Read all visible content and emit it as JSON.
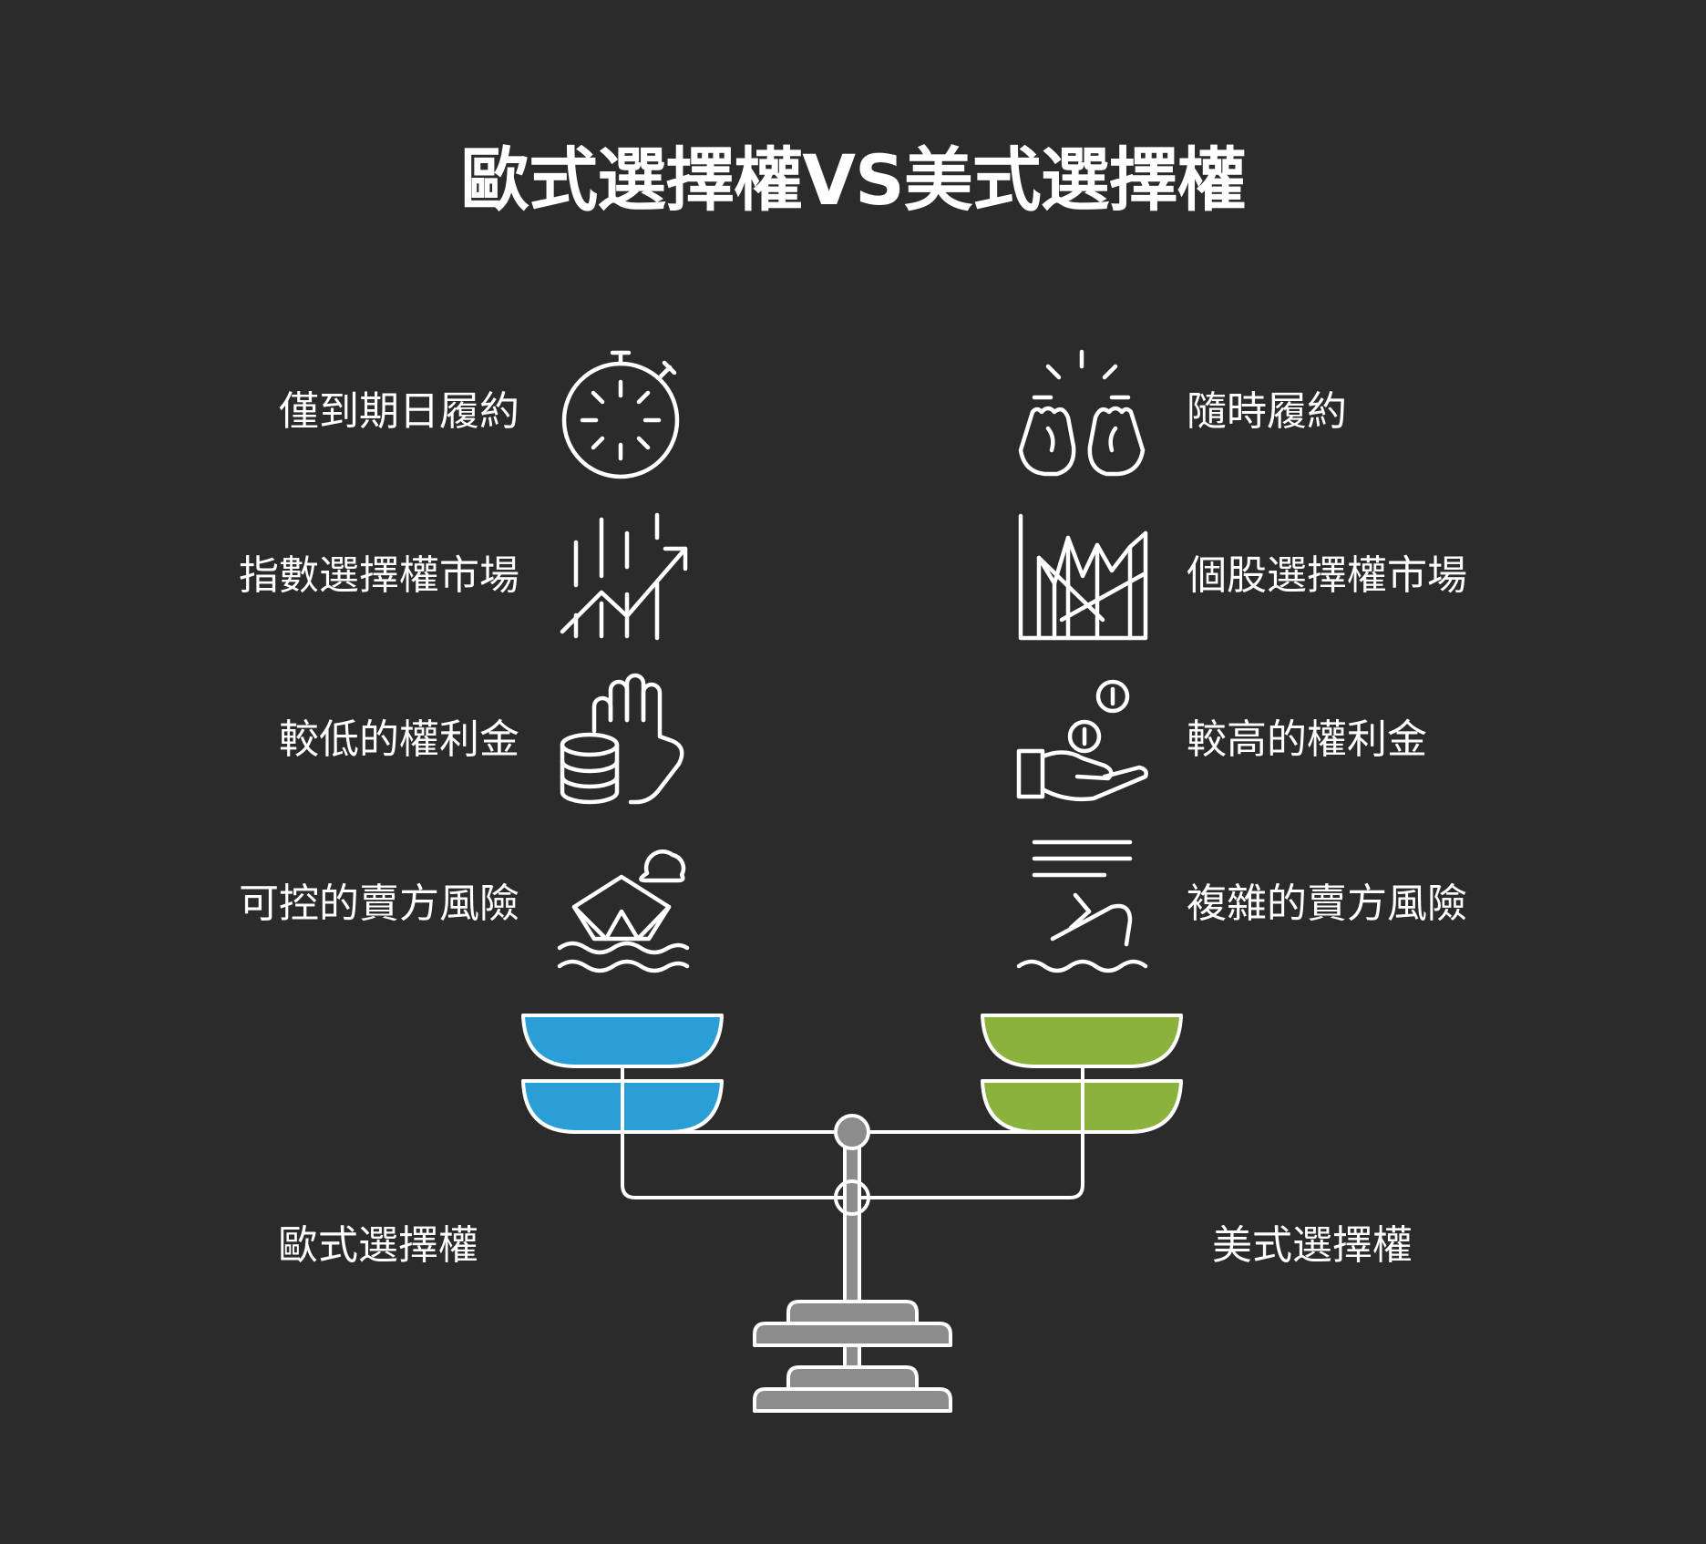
{
  "title": "歐式選擇權VS美式選擇權",
  "left": {
    "name": "歐式選擇權",
    "color": "#2a9fd6",
    "features": [
      {
        "text": "僅到期日履約",
        "icon": "stopwatch-icon"
      },
      {
        "text": "指數選擇權市場",
        "icon": "rising-chart-icon"
      },
      {
        "text": "較低的權利金",
        "icon": "coins-hand-icon"
      },
      {
        "text": "可控的賣方風險",
        "icon": "paper-boat-icon"
      }
    ]
  },
  "right": {
    "name": "美式選擇權",
    "color": "#8ab23d",
    "features": [
      {
        "text": "隨時履約",
        "icon": "fists-icon"
      },
      {
        "text": "個股選擇權市場",
        "icon": "volatile-chart-icon"
      },
      {
        "text": "較高的權利金",
        "icon": "hand-coins-icon"
      },
      {
        "text": "複雜的賣方風險",
        "icon": "sinking-ship-icon"
      }
    ]
  },
  "scale": {
    "icon": "balance-scale-icon",
    "base_color": "#8c8c8c"
  }
}
